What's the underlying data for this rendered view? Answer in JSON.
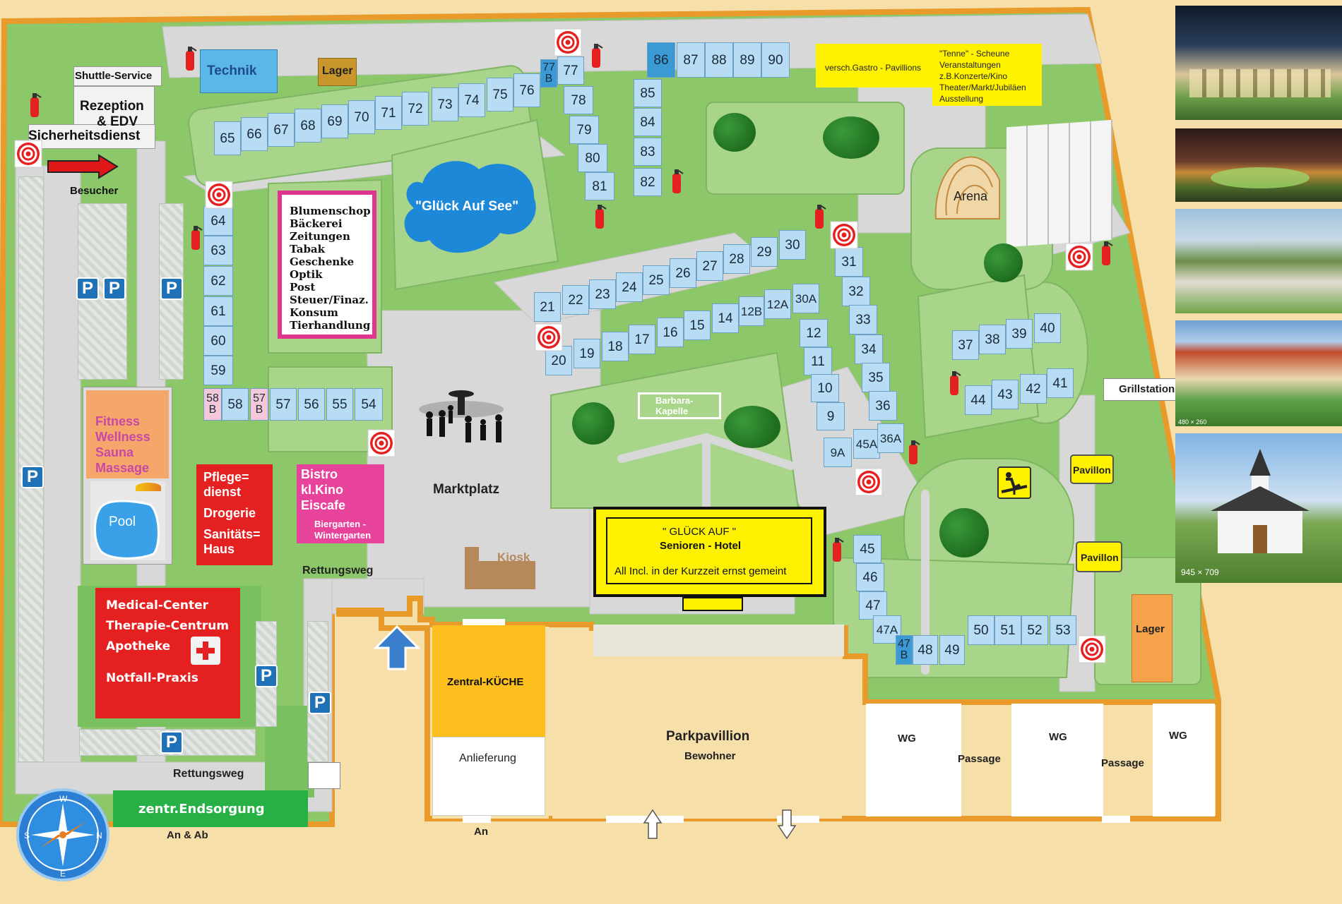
{
  "buildings": {
    "technik": "Technik",
    "lager_top": "Lager",
    "shuttle": "Shuttle-Service",
    "rezeption_1": "Rezeption",
    "rezeption_2": "& EDV",
    "sicherheit": "Sicherheitsdienst",
    "besucher": "Besucher",
    "shops": [
      "Blumenschop",
      "Bäckerei",
      "Zeitungen",
      "Tabak",
      "Geschenke",
      "Optik",
      "Post",
      "Steuer/Finaz.",
      "Konsum",
      "Tierhandlung"
    ],
    "see": "\"Glück Auf See\"",
    "gastro": "versch.Gastro - Pavillions",
    "tenne": [
      "\"Tenne\" - Scheune",
      "Veranstaltungen",
      "z.B.Konzerte/Kino",
      "Theater/Markt/Jubiläen",
      "Ausstellung"
    ],
    "arena": "Arena",
    "fitness": [
      "Fitness",
      "Wellness",
      "Sauna",
      "Massage"
    ],
    "pool": "Pool",
    "pflege": [
      "Pflege=",
      "dienst",
      "Drogerie",
      "Sanitäts=",
      "Haus"
    ],
    "bistro": [
      "Bistro",
      "kl.Kino",
      "Eiscafe"
    ],
    "biergarten": [
      "Biergarten -",
      "Wintergarten"
    ],
    "marktplatz": "Marktplatz",
    "kiosk": "Kiosk",
    "kapelle": [
      "Barbara-",
      "Kapelle"
    ],
    "hotel_1": "\" GLÜCK AUF \"",
    "hotel_2": "Senioren - Hotel",
    "hotel_3": "All Incl. in der Kurzzeit ernst gemeint",
    "rettungsweg_1": "Rettungsweg",
    "rettungsweg_2": "Rettungsweg",
    "medical": [
      "Medical-Center",
      "Therapie-Centrum",
      "Apotheke",
      "Notfall-Praxis"
    ],
    "endsorgung": "zentr.Endsorgung",
    "an_ab": "An & Ab",
    "kueche": "Zentral-KÜCHE",
    "anlieferung": "Anlieferung",
    "an": "An",
    "parkpavillion": "Parkpavillion",
    "bewohner": "Bewohner",
    "wg": "WG",
    "passage": "Passage",
    "lager_right": "Lager",
    "grillstation": "Grillstation",
    "pavillon": "Pavillon",
    "parking": "P"
  },
  "photos": {
    "caption_4": "480 × 260",
    "caption_5": "945 × 709"
  }
}
